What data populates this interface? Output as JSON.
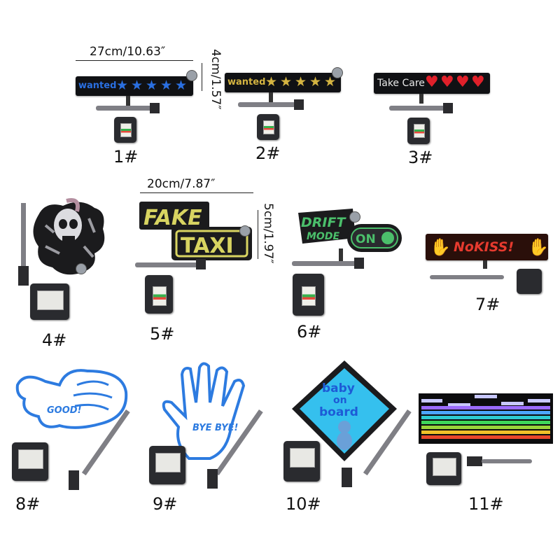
{
  "dimensions": {
    "width_27": "27cm/10.63″",
    "height_4": "4cm/1.57″",
    "width_20": "20cm/7.87″",
    "height_5": "5cm/1.97″"
  },
  "items": [
    {
      "number": "1#",
      "sign_text": "wanted",
      "color": "#2a6fe0"
    },
    {
      "number": "2#",
      "sign_text": "wanted",
      "color": "#d4b441"
    },
    {
      "number": "3#",
      "sign_text": "Take Care",
      "color": "#e0202a"
    },
    {
      "number": "4#"
    },
    {
      "number": "5#",
      "sign_text_1": "FAKE",
      "sign_text_2": "TAXI"
    },
    {
      "number": "6#",
      "sign_text_1": "DRIFT",
      "sign_text_2": "MODE",
      "sign_text_3": "ON"
    },
    {
      "number": "7#",
      "sign_text": "NoKISS!"
    },
    {
      "number": "8#",
      "sign_text": "GOOD!"
    },
    {
      "number": "9#",
      "sign_text": "BYE BYE!"
    },
    {
      "number": "10#",
      "sign_text_1": "baby",
      "sign_text_2": "on",
      "sign_text_3": "board"
    },
    {
      "number": "11#"
    }
  ]
}
